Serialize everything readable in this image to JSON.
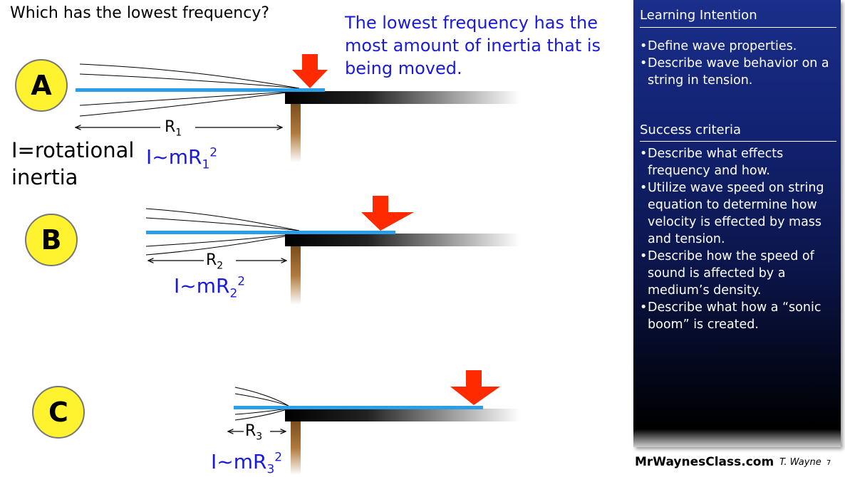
{
  "question": "Which has the lowest frequency?",
  "answer": "The lowest frequency has the most amount of inertia that is being moved.",
  "inertia_def": {
    "line1": "I=rotational",
    "line2": "inertia"
  },
  "cases": [
    {
      "letter": "A",
      "r_base": "R",
      "r_sub": "1",
      "i_prefix": "I~mR",
      "i_sub": "1",
      "i_sup": "2"
    },
    {
      "letter": "B",
      "r_base": "R",
      "r_sub": "2",
      "i_prefix": "I~mR",
      "i_sub": "2",
      "i_sup": "2"
    },
    {
      "letter": "C",
      "r_base": "R",
      "r_sub": "3",
      "i_prefix": "I~mR",
      "i_sub": "3",
      "i_sup": "2"
    }
  ],
  "panel": {
    "learning_title": "Learning Intention",
    "learning_items": [
      "Define wave properties.",
      "Describe wave behavior on a string in tension."
    ],
    "success_title": "Success criteria",
    "success_items": [
      "Describe what effects frequency and how.",
      "Utilize wave speed on string equation to determine how velocity is effected by mass and tension.",
      "Describe how the speed of sound is affected by a medium’s density.",
      "Describe what how a “sonic boom” is created."
    ]
  },
  "footer": {
    "site": "MrWaynesClass.com",
    "author": "T. Wayne",
    "page": "7"
  },
  "colors": {
    "ruler": "#2a9fe8",
    "arrow": "#ff2a00",
    "label_blue": "#1a1adc",
    "circle": "#fff22e",
    "panel": "#122271"
  }
}
